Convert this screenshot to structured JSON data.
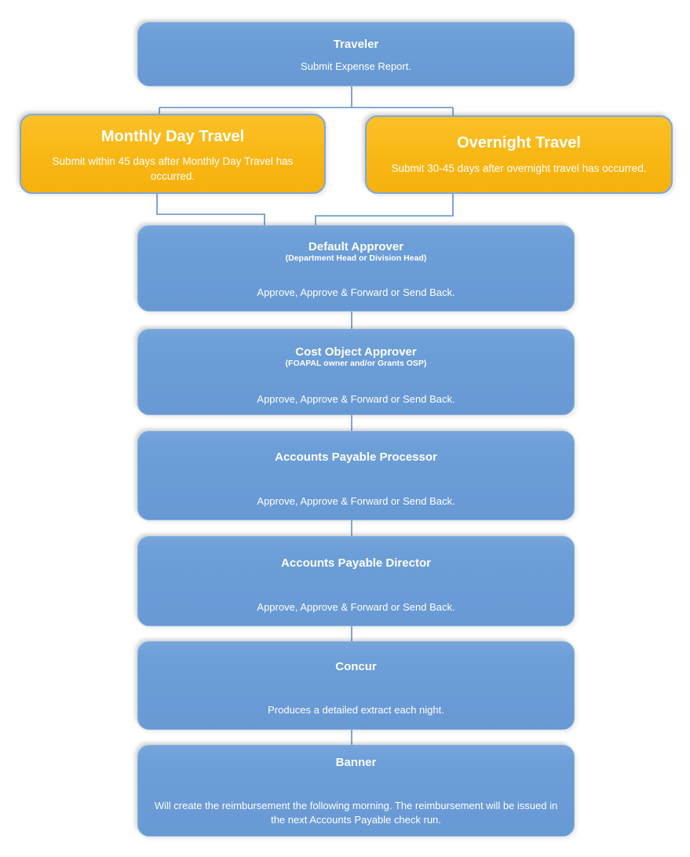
{
  "diagram": {
    "title_meaning": "Travel expense report approval workflow",
    "colors": {
      "background": "#ffffff",
      "blue_node_fill": "#6C9ED8",
      "gold_node_fill": "#F9B816",
      "gold_node_border": "#7EA7DA",
      "node_text": "#FFFFFF",
      "connector": "#5E8FC9"
    },
    "nodes": {
      "traveler": {
        "title": "Traveler",
        "body": "Submit Expense Report."
      },
      "monthly_day_travel": {
        "title": "Monthly Day Travel",
        "body": "Submit within 45 days after Monthly Day Travel has occurred."
      },
      "overnight_travel": {
        "title": "Overnight Travel",
        "body": "Submit 30-45 days after overnight travel has occurred."
      },
      "default_approver": {
        "title": "Default Approver",
        "subtitle": "(Department Head or Division Head)",
        "body": "Approve, Approve & Forward or Send Back."
      },
      "cost_object_approver": {
        "title": "Cost Object Approver",
        "subtitle": "(FOAPAL owner and/or Grants OSP)",
        "body": "Approve, Approve & Forward or Send Back."
      },
      "accounts_payable_processor": {
        "title": "Accounts Payable Processor",
        "body": "Approve, Approve & Forward or Send Back."
      },
      "accounts_payable_director": {
        "title": "Accounts Payable Director",
        "body": "Approve, Approve & Forward or Send Back."
      },
      "concur": {
        "title": "Concur",
        "body": "Produces a detailed extract each night."
      },
      "banner": {
        "title": "Banner",
        "body": "Will create the reimbursement the following morning. The reimbursement will be issued in the next Accounts Payable check run."
      }
    },
    "edges": [
      {
        "from": "traveler",
        "to": "monthly_day_travel"
      },
      {
        "from": "traveler",
        "to": "overnight_travel"
      },
      {
        "from": "monthly_day_travel",
        "to": "default_approver"
      },
      {
        "from": "overnight_travel",
        "to": "default_approver"
      },
      {
        "from": "default_approver",
        "to": "cost_object_approver"
      },
      {
        "from": "cost_object_approver",
        "to": "accounts_payable_processor"
      },
      {
        "from": "accounts_payable_processor",
        "to": "accounts_payable_director"
      },
      {
        "from": "accounts_payable_director",
        "to": "concur"
      },
      {
        "from": "concur",
        "to": "banner"
      }
    ]
  }
}
